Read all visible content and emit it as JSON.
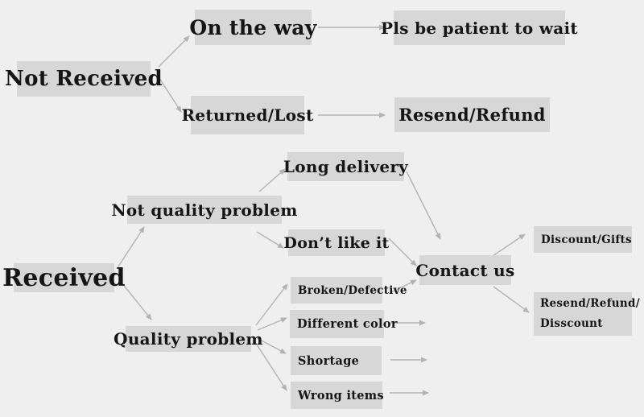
{
  "diagram": {
    "title_context": "order status flowchart",
    "colors": {
      "background": "#efefef",
      "box_background": "#d7d7d7",
      "text": "#151515",
      "arrow": "#b3b3b3"
    },
    "nodes": {
      "not_received": {
        "label": "Not Received"
      },
      "on_the_way": {
        "label": "On the way"
      },
      "pls_be_patient": {
        "label": "Pls be patient to wait"
      },
      "returned_lost": {
        "label": "Returned/Lost"
      },
      "resend_refund": {
        "label": "Resend/Refund"
      },
      "received": {
        "label": "Received"
      },
      "not_quality_problem": {
        "label": "Not quality problem"
      },
      "long_delivery": {
        "label": "Long delivery"
      },
      "dont_like_it": {
        "label": "Don’t like it"
      },
      "quality_problem": {
        "label": "Quality problem"
      },
      "broken_defective": {
        "label": "Broken/Defective"
      },
      "different_color": {
        "label": "Different color"
      },
      "shortage": {
        "label": "Shortage"
      },
      "wrong_items": {
        "label": "Wrong items"
      },
      "contact_us": {
        "label": "Contact us"
      },
      "discount_gifts": {
        "label": "Discount/Gifts"
      },
      "resend_refund_disscount": {
        "line1": "Resend/Refund/",
        "line2": "Disscount"
      }
    },
    "edges": [
      "Not Received -> On the way",
      "Not Received -> Returned/Lost",
      "On the way -> Pls be patient to wait",
      "Returned/Lost -> Resend/Refund",
      "Received -> Not quality problem",
      "Received -> Quality problem",
      "Not quality problem -> Long delivery",
      "Not quality problem -> Don't like it",
      "Long delivery -> Contact us",
      "Don't like it -> Contact us",
      "Quality problem -> Broken/Defective",
      "Quality problem -> Different color",
      "Quality problem -> Shortage",
      "Quality problem -> Wrong items",
      "Broken/Defective -> Contact us",
      "Different color -> (right)",
      "Shortage -> (right)",
      "Wrong items -> (right)",
      "Contact us -> Discount/Gifts",
      "Contact us -> Resend/Refund/Disscount"
    ]
  }
}
